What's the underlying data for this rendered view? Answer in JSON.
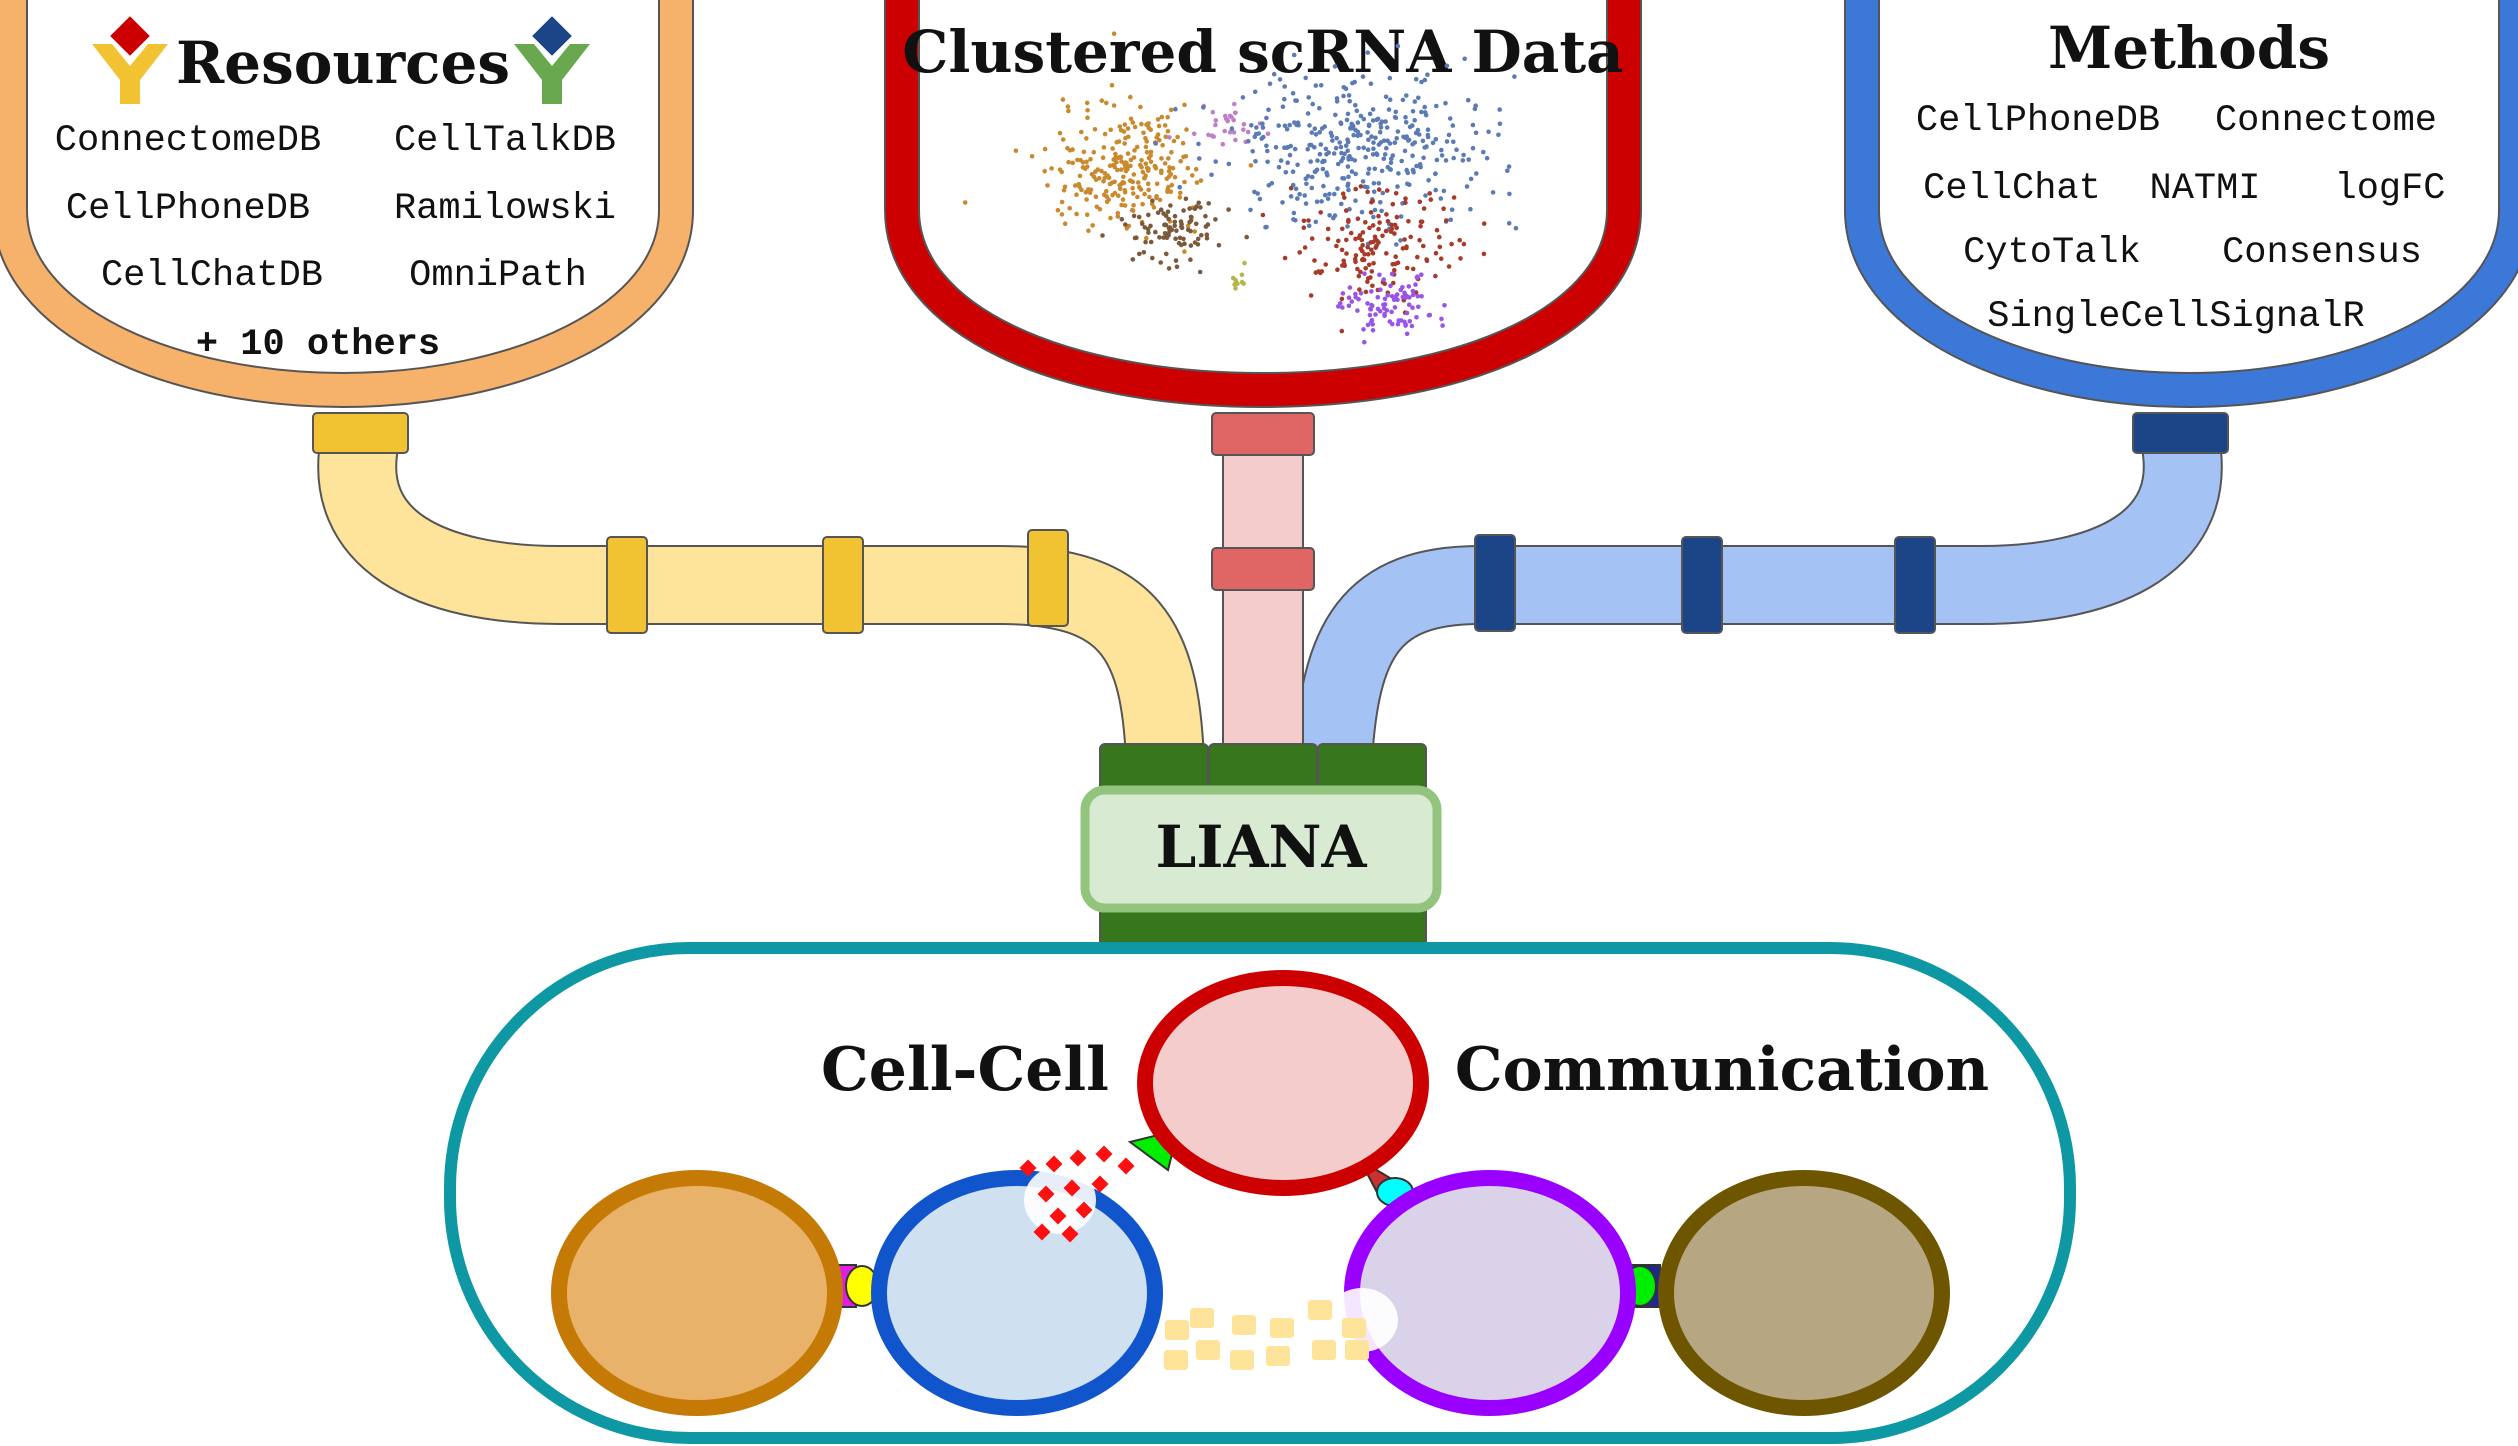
{
  "resources": {
    "title": "Resources",
    "items": [
      "ConnectomeDB",
      "CellTalkDB",
      "CellPhoneDB",
      "Ramilowski",
      "CellChatDB",
      "OmniPath"
    ],
    "more": "+ 10 others",
    "colors": {
      "bowl": "#f6b26b",
      "pipe": "#fde49a",
      "coupling": "#f1c232"
    }
  },
  "data": {
    "title": "Clustered scRNA Data",
    "colors": {
      "bowl": "#cc0000",
      "pipe": "#f4cccc",
      "coupling": "#e06666"
    },
    "cluster_colors": [
      "#c9892e",
      "#7b5a3c",
      "#c080c8",
      "#5b7bb5",
      "#a83a2a",
      "#9955e6",
      "#b6b54a"
    ]
  },
  "methods": {
    "title": "Methods",
    "items": [
      "CellPhoneDB",
      "Connectome",
      "CellChat",
      "NATMI",
      "logFC",
      "CytoTalk",
      "Consensus",
      "SingleCellSignalR"
    ],
    "colors": {
      "bowl": "#3c78d8",
      "pipe": "#a4c2f4",
      "coupling": "#1c4587"
    }
  },
  "liana": {
    "label": "LIANA",
    "colors": {
      "box_fill": "#d9ead3",
      "box_stroke": "#93c47d",
      "clamp": "#38761d"
    }
  },
  "communication": {
    "title_left": "Cell-Cell",
    "title_right": "Communication",
    "colors": {
      "frame": "#0d98a3"
    },
    "cells": [
      {
        "name": "cell-orange",
        "fill": "#e8b26a",
        "stroke": "#c57a06"
      },
      {
        "name": "cell-blue",
        "fill": "#cfe0f1",
        "stroke": "#1155cc"
      },
      {
        "name": "cell-red",
        "fill": "#f4cccc",
        "stroke": "#cc0000"
      },
      {
        "name": "cell-purple",
        "fill": "#d9d2e9",
        "stroke": "#9900ff"
      },
      {
        "name": "cell-olive",
        "fill": "#b6a782",
        "stroke": "#6e5500"
      }
    ]
  }
}
